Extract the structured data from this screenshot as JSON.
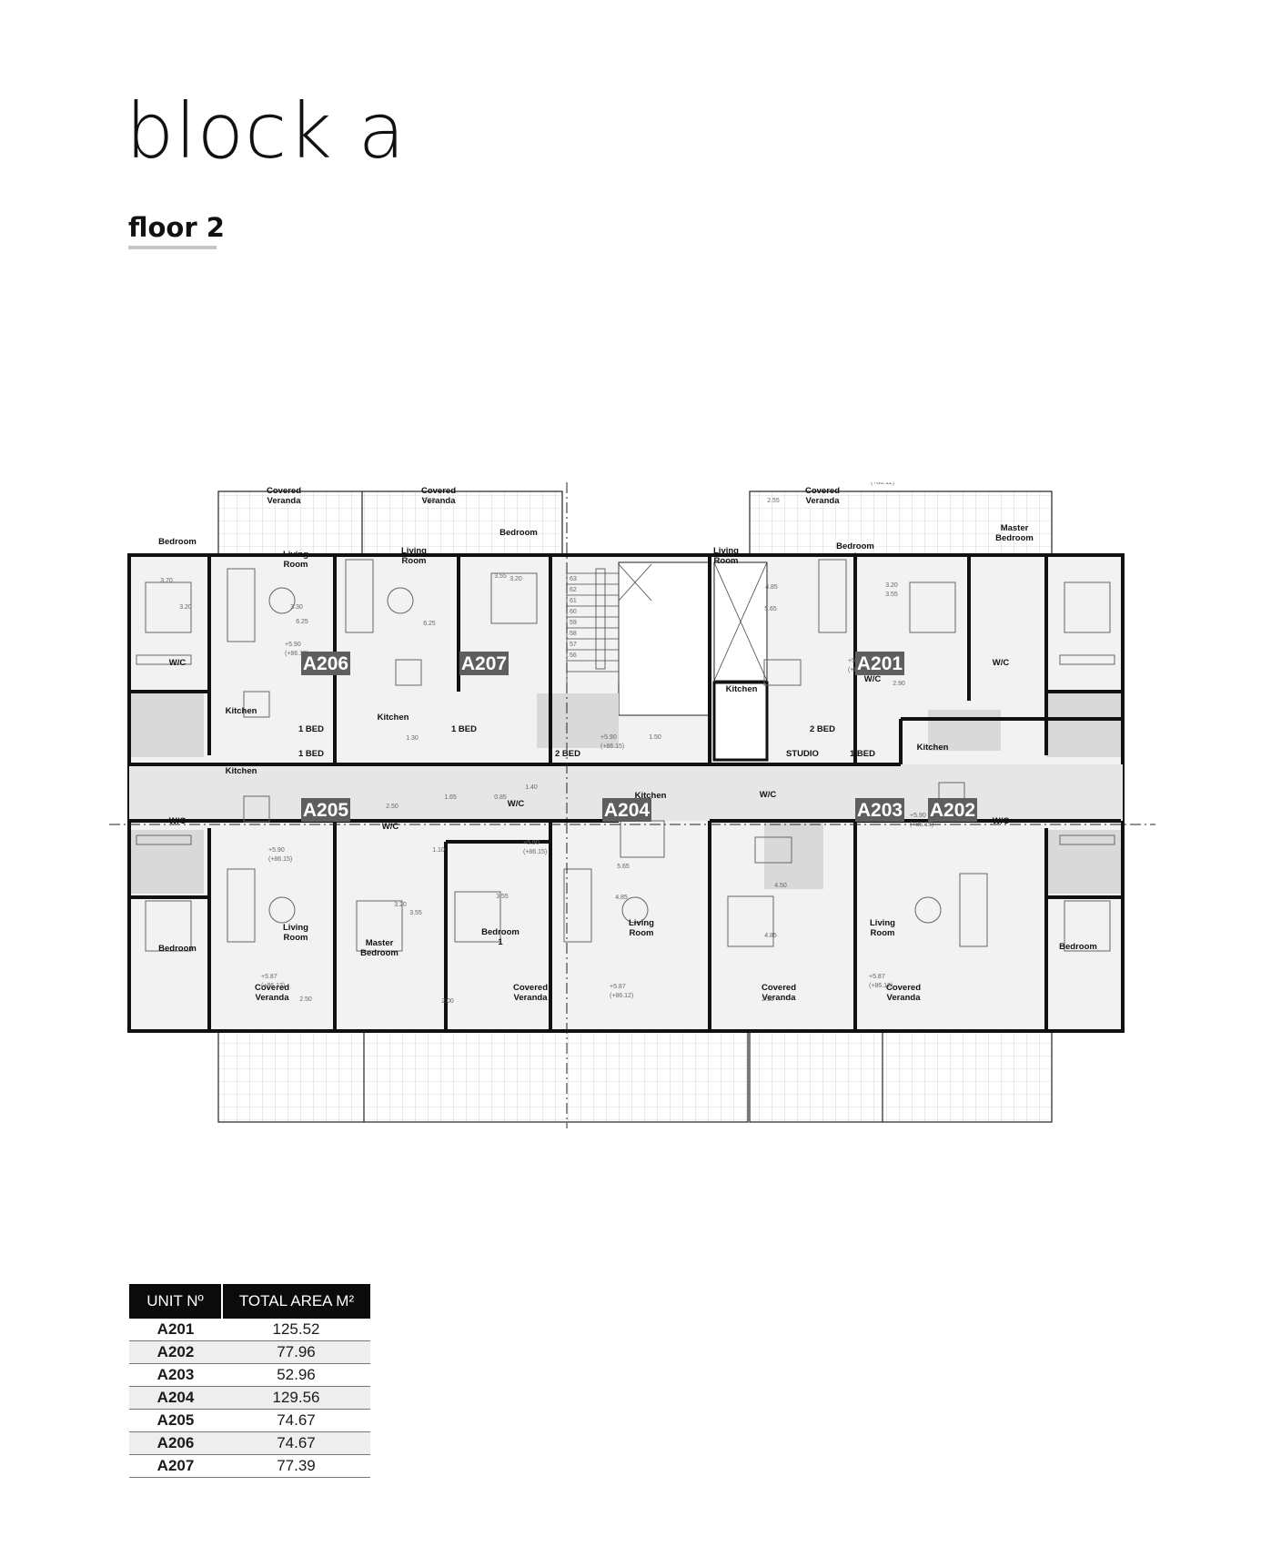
{
  "header": {
    "title": "block a",
    "subtitle": "floor 2"
  },
  "plan": {
    "units": [
      "A206",
      "A207",
      "A201",
      "A205",
      "A204",
      "A203",
      "A202"
    ],
    "rooms": {
      "bedroom": "Bedroom",
      "master_bedroom": [
        "Master",
        "Bedroom"
      ],
      "bedroom_1": [
        "Bedroom",
        "1"
      ],
      "living_room": [
        "Living",
        "Room"
      ],
      "kitchen": "Kitchen",
      "wc": "W/C",
      "covered_veranda": [
        "Covered",
        "Veranda"
      ]
    },
    "types": {
      "one_bed": "1 BED",
      "two_bed": "2 BED",
      "studio": "STUDIO"
    },
    "levels": {
      "upper": "+5.90",
      "upper_abs": "(+86.15)",
      "veranda": "+5.87",
      "veranda_abs": "(+86.12)"
    },
    "dims": [
      "3.70",
      "3.20",
      "3.30",
      "6.25",
      "2.55",
      "3.55",
      "4.85",
      "5.65",
      "2.90",
      "1.10",
      "1.30",
      "1.50",
      "1.65",
      "0.85",
      "1.40",
      "2.50",
      "2.00",
      "4.50"
    ],
    "stair_steps": [
      "63",
      "62",
      "61",
      "60",
      "59",
      "58",
      "57",
      "56"
    ]
  },
  "area_table": {
    "headers": [
      "UNIT Nº",
      "TOTAL AREA M²"
    ],
    "rows": [
      {
        "unit": "A201",
        "area": "125.52"
      },
      {
        "unit": "A202",
        "area": "77.96"
      },
      {
        "unit": "A203",
        "area": "52.96"
      },
      {
        "unit": "A204",
        "area": "129.56"
      },
      {
        "unit": "A205",
        "area": "74.67"
      },
      {
        "unit": "A206",
        "area": "74.67"
      },
      {
        "unit": "A207",
        "area": "77.39"
      }
    ]
  }
}
